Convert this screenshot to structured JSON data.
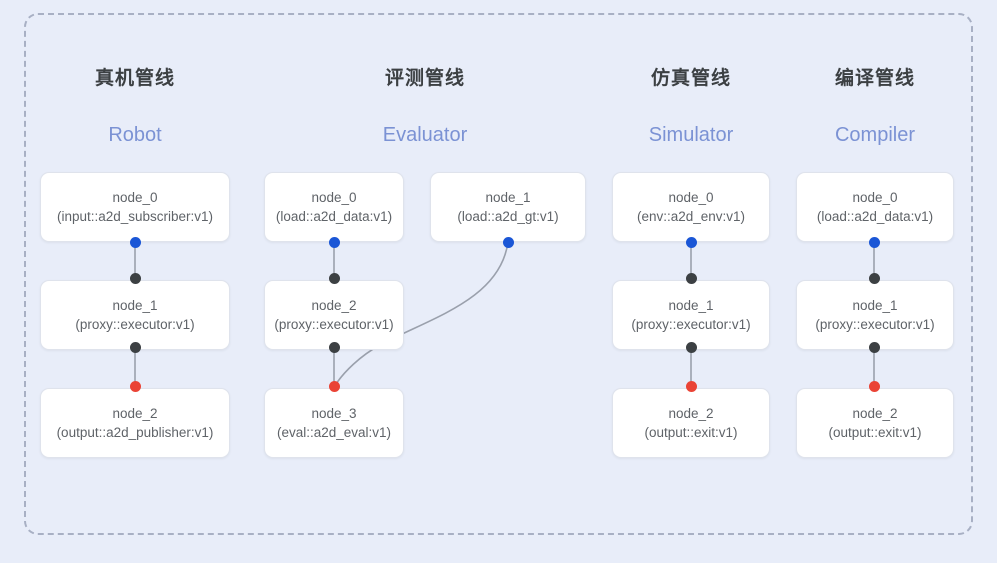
{
  "diagram": {
    "background_color": "#e8edf9",
    "frame_border_color": "#a8b0c4",
    "port_colors": {
      "input": "#1a56d6",
      "middle": "#3c4043",
      "output": "#ea4335"
    },
    "edge_color": "#9aa0ac"
  },
  "columns": [
    {
      "title": "真机管线",
      "subtitle": "Robot",
      "nodes": [
        {
          "name": "node_0",
          "type": "(input::a2d_subscriber:v1)"
        },
        {
          "name": "node_1",
          "type": "(proxy::executor:v1)"
        },
        {
          "name": "node_2",
          "type": "(output::a2d_publisher:v1)"
        }
      ]
    },
    {
      "title": "评测管线",
      "subtitle": "Evaluator",
      "nodes": [
        {
          "name": "node_0",
          "type": "(load::a2d_data:v1)"
        },
        {
          "name": "node_1",
          "type": "(load::a2d_gt:v1)"
        },
        {
          "name": "node_2",
          "type": "(proxy::executor:v1)"
        },
        {
          "name": "node_3",
          "type": "(eval::a2d_eval:v1)"
        }
      ]
    },
    {
      "title": "仿真管线",
      "subtitle": "Simulator",
      "nodes": [
        {
          "name": "node_0",
          "type": "(env::a2d_env:v1)"
        },
        {
          "name": "node_1",
          "type": "(proxy::executor:v1)"
        },
        {
          "name": "node_2",
          "type": "(output::exit:v1)"
        }
      ]
    },
    {
      "title": "编译管线",
      "subtitle": "Compiler",
      "nodes": [
        {
          "name": "node_0",
          "type": "(load::a2d_data:v1)"
        },
        {
          "name": "node_1",
          "type": "(proxy::executor:v1)"
        },
        {
          "name": "node_2",
          "type": "(output::exit:v1)"
        }
      ]
    }
  ]
}
